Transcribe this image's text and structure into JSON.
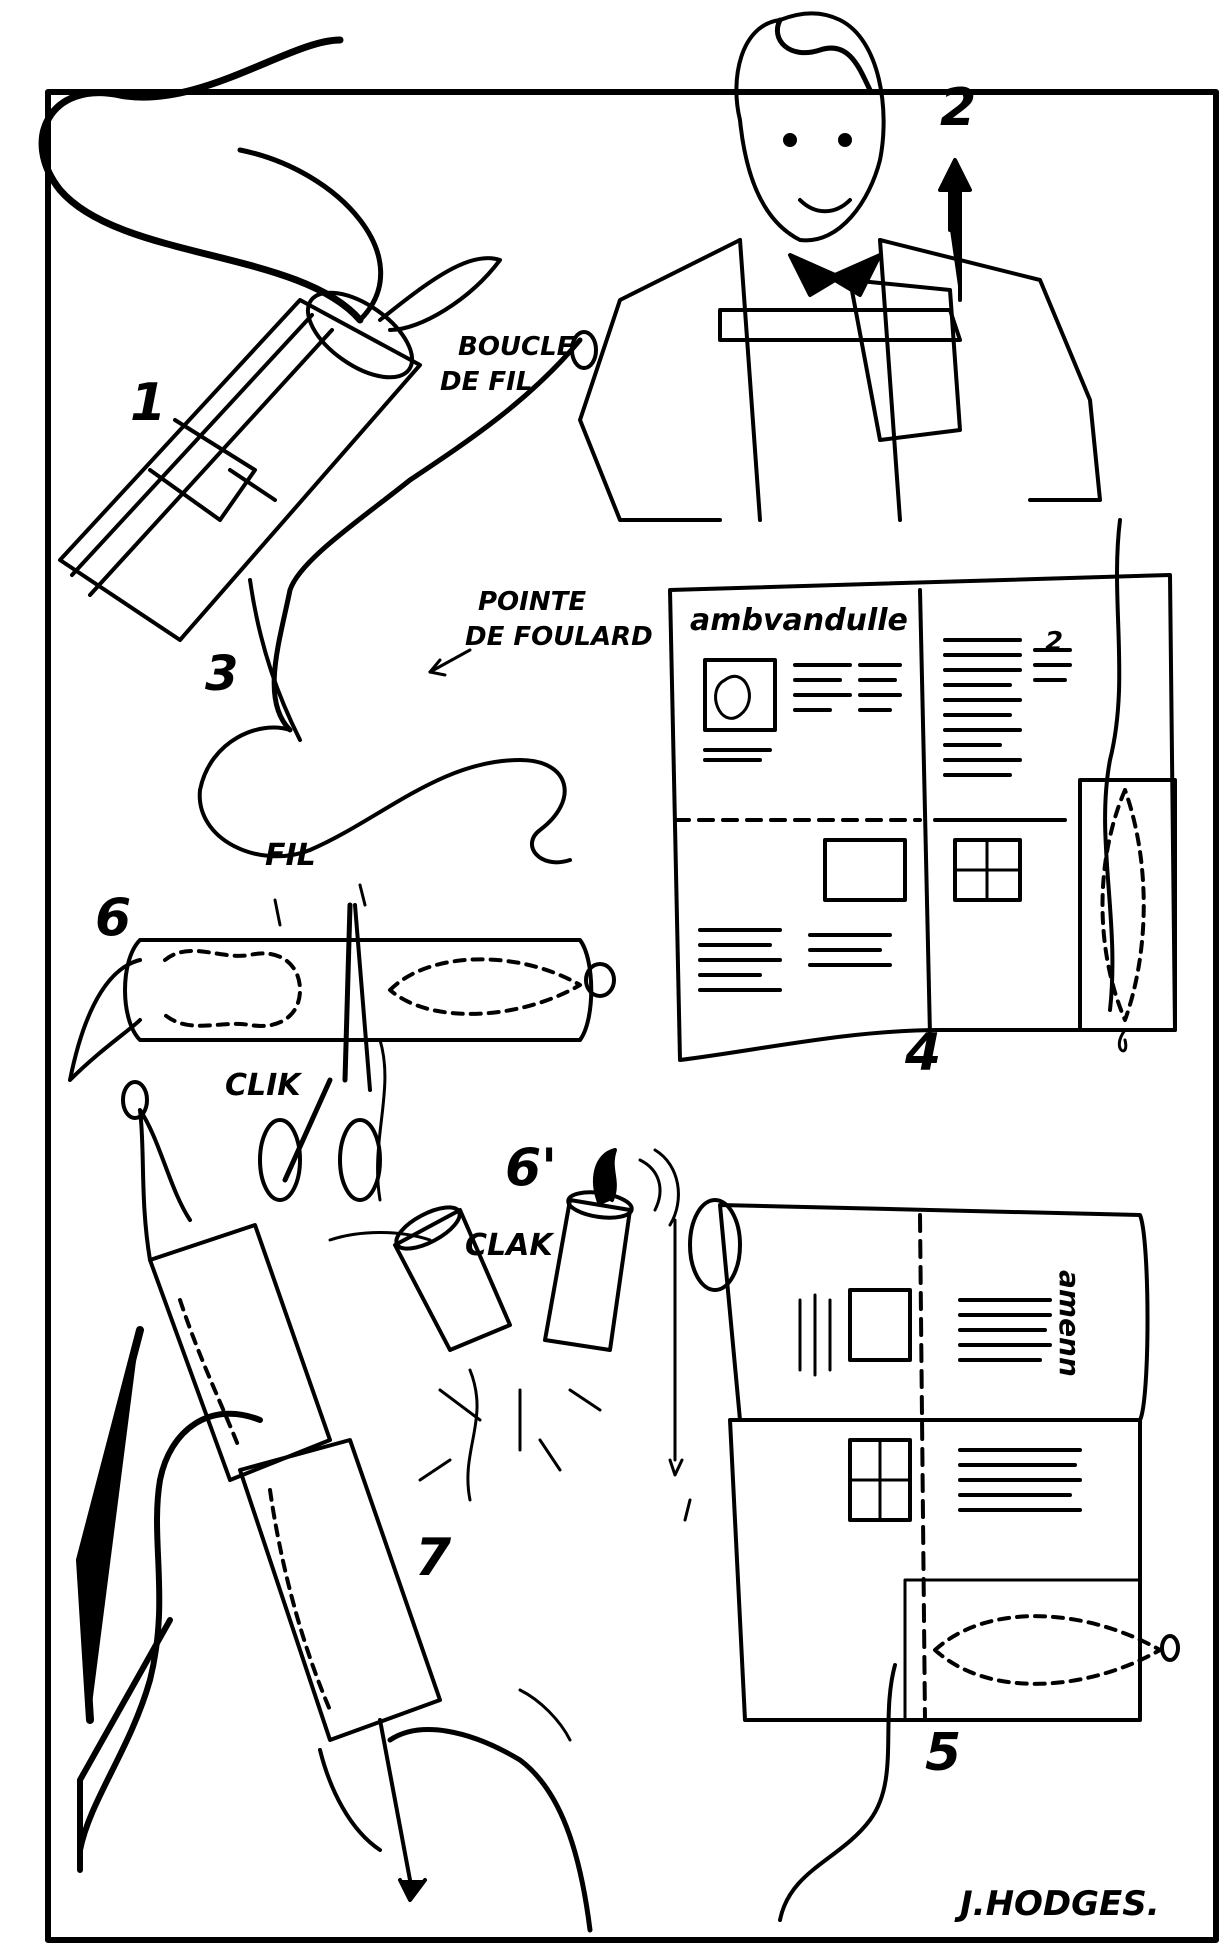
{
  "steps": {
    "s1": "1",
    "s2": "2",
    "s3": "3",
    "s4": "4",
    "s5": "5",
    "s6": "6",
    "s6b": "6'",
    "s7": "7"
  },
  "labels": {
    "boucle_line1": "BOUCLE",
    "boucle_line2": "DE FIL",
    "pointe_line1": "POINTE",
    "pointe_line2": "DE FOULARD",
    "fil": "FIL",
    "clik": "CLIK",
    "clak": "CLAK"
  },
  "newspaper": {
    "page4_masthead": "ambvandulle",
    "page5_masthead": "amenn",
    "page4_column_marker": "2"
  },
  "signature": "J.HODGES."
}
